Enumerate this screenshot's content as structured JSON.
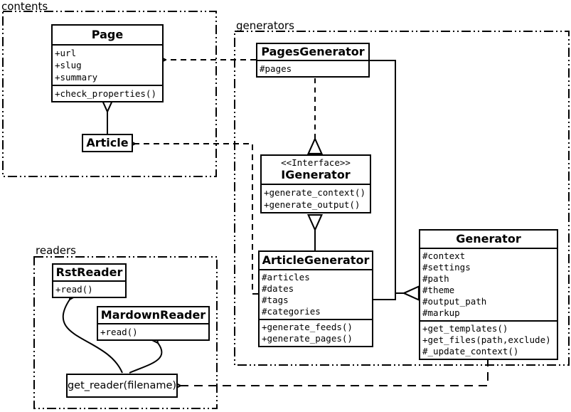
{
  "packages": {
    "contents": {
      "label": "contents"
    },
    "generators": {
      "label": "generators"
    },
    "readers": {
      "label": "readers"
    }
  },
  "classes": {
    "page": {
      "name": "Page",
      "attributes": [
        "+url",
        "+slug",
        "+summary"
      ],
      "methods": [
        "+check_properties()"
      ]
    },
    "article": {
      "name": "Article"
    },
    "pages_generator": {
      "name": "PagesGenerator",
      "attributes": [
        "#pages"
      ]
    },
    "igenerator": {
      "stereotype": "<<Interface>>",
      "name": "IGenerator",
      "methods": [
        "+generate_context()",
        "+generate_output()"
      ]
    },
    "article_generator": {
      "name": "ArticleGenerator",
      "attributes": [
        "#articles",
        "#dates",
        "#tags",
        "#categories"
      ],
      "methods": [
        "+generate_feeds()",
        "+generate_pages()"
      ]
    },
    "generator": {
      "name": "Generator",
      "attributes": [
        "#context",
        "#settings",
        "#path",
        "#theme",
        "#output_path",
        "#markup"
      ],
      "methods": [
        "+get_templates()",
        "+get_files(path,exclude)",
        "#_update_context()"
      ]
    },
    "rst_reader": {
      "name": "RstReader",
      "methods": [
        "+read()"
      ]
    },
    "mardown_reader": {
      "name": "MardownReader",
      "methods": [
        "+read()"
      ]
    },
    "get_reader": {
      "name": "get_reader(filename)"
    }
  },
  "colors": {
    "line": "#000000",
    "background": "#ffffff"
  }
}
